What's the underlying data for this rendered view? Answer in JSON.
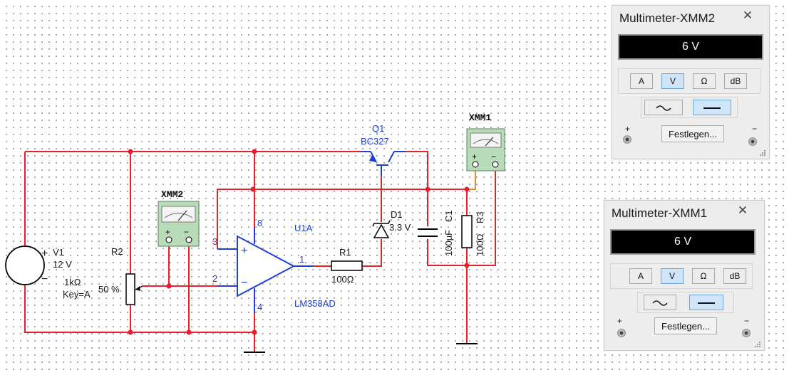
{
  "components": {
    "v1": {
      "ref": "V1",
      "value": "12 V"
    },
    "r2": {
      "ref": "R2",
      "value": "1kΩ",
      "key": "Key=A",
      "percent": "50 %"
    },
    "xmm2_label": "XMM2",
    "xmm1_label": "XMM1",
    "q1": {
      "ref": "Q1",
      "part": "BC327"
    },
    "d1": {
      "ref": "D1",
      "value": "3.3 V"
    },
    "c1": {
      "ref": "C1",
      "value": "100µF"
    },
    "r3": {
      "ref": "R3",
      "value": "100Ω"
    },
    "r1": {
      "ref": "R1",
      "value": "100Ω"
    },
    "u1": {
      "ref": "U1A",
      "part": "LM358AD",
      "pins": {
        "p3": "3",
        "p2": "2",
        "p8": "8",
        "p4": "4",
        "p1": "1"
      }
    }
  },
  "colors": {
    "wire": "#e8202a",
    "component_blue": "#1f3fd6",
    "probe_wire": "#e58a1c",
    "multimeter_body": "#b9dcb8"
  },
  "multimeter_xmm2": {
    "title": "Multimeter-XMM2",
    "close": "✕",
    "reading": "6 V",
    "modes": [
      "A",
      "V",
      "Ω",
      "dB"
    ],
    "active_mode": "V",
    "set_label": "Festlegen...",
    "plus": "+",
    "minus": "−"
  },
  "multimeter_xmm1": {
    "title": "Multimeter-XMM1",
    "close": "✕",
    "reading": "6 V",
    "modes": [
      "A",
      "V",
      "Ω",
      "dB"
    ],
    "active_mode": "V",
    "set_label": "Festlegen...",
    "plus": "+",
    "minus": "−"
  }
}
